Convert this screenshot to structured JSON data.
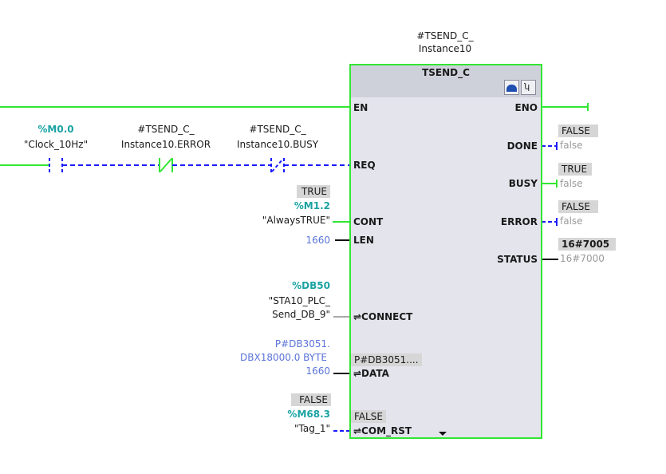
{
  "instance": {
    "line1": "#TSEND_C_",
    "line2": "Instance10"
  },
  "block": {
    "title": "TSEND_C",
    "icons": [
      "online-icon",
      "diagnostics-icon"
    ]
  },
  "contacts": [
    {
      "address": "%M0.0",
      "tag": "\"Clock_10Hz\"",
      "type": "normally-open"
    },
    {
      "line1": "#TSEND_C_",
      "line2": "Instance10.ERROR",
      "type": "normally-closed"
    },
    {
      "line1": "#TSEND_C_",
      "line2": "Instance10.BUSY",
      "type": "normally-closed"
    }
  ],
  "inputs": {
    "en": "EN",
    "req": "REQ",
    "cont": {
      "pin": "CONT",
      "status": "TRUE",
      "address": "%M1.2",
      "tag": "\"AlwaysTRUE\""
    },
    "len": {
      "pin": "LEN",
      "value": "1660"
    },
    "connect": {
      "pin": "⇌CONNECT",
      "address": "%DB50",
      "tag1": "\"STA10_PLC_",
      "tag2": "Send_DB_9\""
    },
    "data": {
      "pin": "⇌DATA",
      "status": "P#DB3051....",
      "line1": "P#DB3051.",
      "line2": "DBX18000.0 BYTE",
      "line3": "1660"
    },
    "com_rst": {
      "pin": "⇌COM_RST",
      "status": "FALSE",
      "ext_status": "FALSE",
      "address": "%M68.3",
      "tag": "\"Tag_1\""
    }
  },
  "outputs": {
    "eno": "ENO",
    "done": {
      "pin": "DONE",
      "status": "FALSE",
      "value": "false"
    },
    "busy": {
      "pin": "BUSY",
      "status": "TRUE",
      "value": "false"
    },
    "error": {
      "pin": "ERROR",
      "status": "FALSE",
      "value": "false"
    },
    "status": {
      "pin": "STATUS",
      "status": "16#7005",
      "value": "16#7000"
    }
  },
  "colors": {
    "powered": "#33e633",
    "unpowered": "#1a1aff",
    "block_bg": "#e3e4ec",
    "address": "#1aa3a3"
  }
}
